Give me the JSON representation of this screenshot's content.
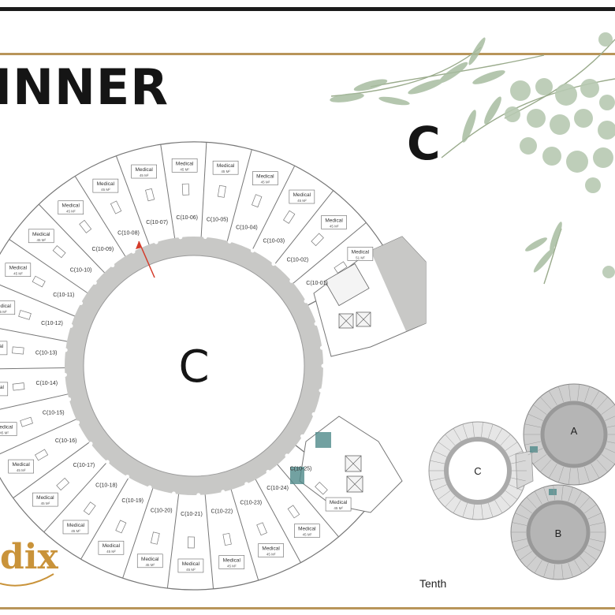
{
  "header": {
    "brand": "INNER",
    "tower": "C"
  },
  "plan": {
    "center_label": "C",
    "medical_title": "Medical",
    "medical_area": "45 M²",
    "medical_area_alt": "51 M²",
    "units": [
      "C(10-01)",
      "C(10-02)",
      "C(10-03)",
      "C(10-04)",
      "C(10-05)",
      "C(10-06)",
      "C(10-07)",
      "C(10-08)",
      "C(10-09)",
      "C(10-10)",
      "C(10-11)",
      "C(10-12)",
      "C(10-13)",
      "C(10-14)",
      "C(10-15)",
      "C(10-16)",
      "C(10-17)",
      "C(10-18)",
      "C(10-19)",
      "C(10-20)",
      "C(10-21)",
      "C(10-22)",
      "C(10-23)",
      "C(10-24)",
      "C(10-25)"
    ]
  },
  "inset": {
    "labels": [
      "A",
      "B",
      "C"
    ],
    "caption": "Tenth"
  },
  "footer": {
    "logo": "dix"
  },
  "colors": {
    "gold": "#b8955a",
    "corridor": "#c8c8c6",
    "highlight_arrow": "#d43b2a",
    "teal_core": "#4f8a8a",
    "logo": "#c9933a"
  }
}
